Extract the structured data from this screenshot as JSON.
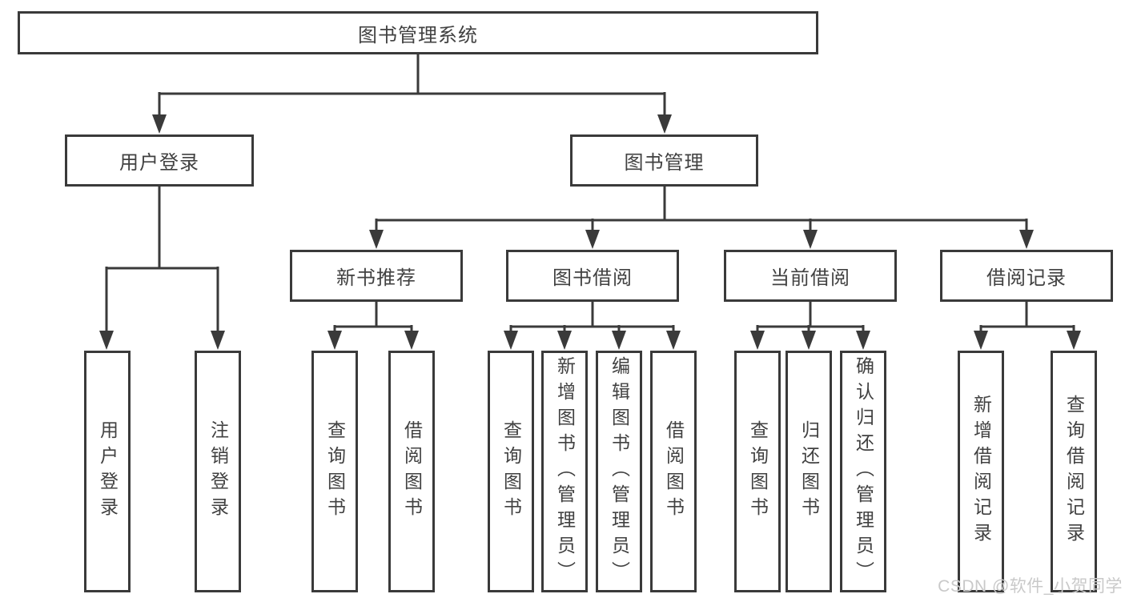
{
  "tree": {
    "root": {
      "label": "图书管理系统"
    },
    "branches": [
      {
        "label": "用户登录",
        "leaves": [
          {
            "label": "用户登录"
          },
          {
            "label": "注销登录"
          }
        ]
      },
      {
        "label": "图书管理",
        "children": [
          {
            "label": "新书推荐",
            "leaves": [
              {
                "label": "查询图书"
              },
              {
                "label": "借阅图书"
              }
            ]
          },
          {
            "label": "图书借阅",
            "leaves": [
              {
                "label": "查询图书"
              },
              {
                "label": "新增图书（管理员）"
              },
              {
                "label": "编辑图书（管理员）"
              },
              {
                "label": "借阅图书"
              }
            ]
          },
          {
            "label": "当前借阅",
            "leaves": [
              {
                "label": "查询图书"
              },
              {
                "label": "归还图书"
              },
              {
                "label": "确认归还（管理员）"
              }
            ]
          },
          {
            "label": "借阅记录",
            "leaves": [
              {
                "label": "新增借阅记录"
              },
              {
                "label": "查询借阅记录"
              }
            ]
          }
        ]
      }
    ]
  },
  "watermark": {
    "text": "CSDN @软件_小贺同学"
  },
  "colors": {
    "line": "#3a3a3a",
    "text": "#414141",
    "watermark": "#c9c9c9",
    "background": "#ffffff"
  }
}
